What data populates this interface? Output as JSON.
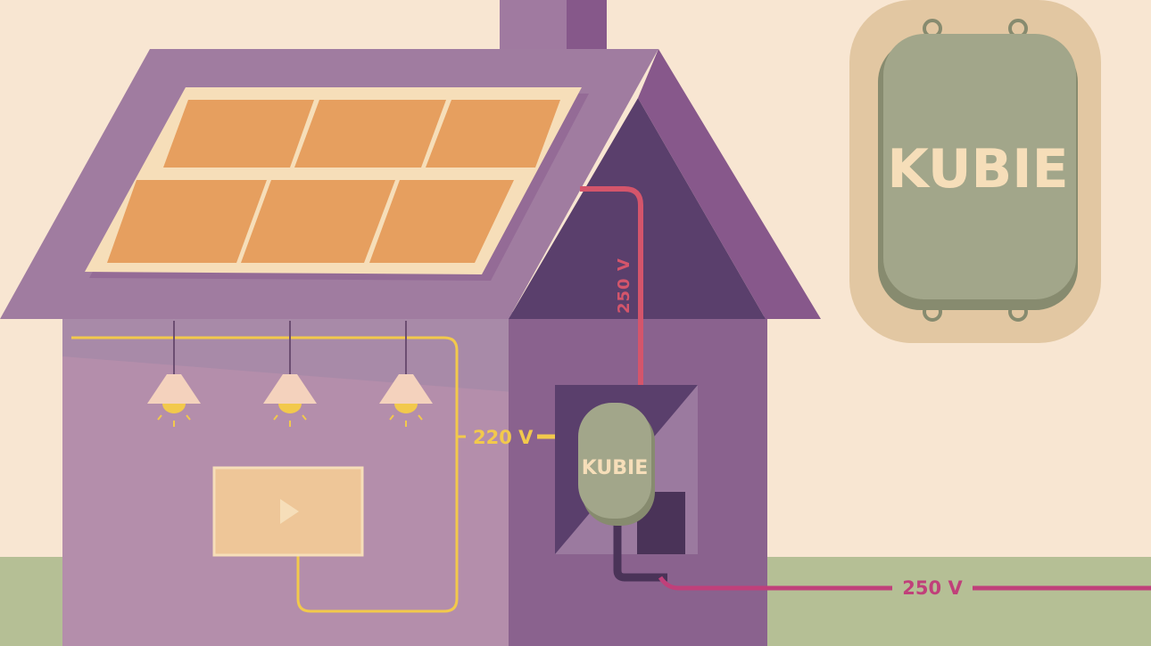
{
  "labels": {
    "voltage_roof": "250 V",
    "voltage_house": "220 V",
    "voltage_grid": "250 V",
    "brand_small": "KUBIE",
    "brand_large": "KUBIE"
  },
  "colors": {
    "background": "#f8e6d2",
    "ground": "#b5bf95",
    "house_wall": "#a78aa8",
    "roof": "#9b7b9e",
    "solar_cell": "#e69f5f",
    "device": "#a2a68a",
    "wire_red": "#d4556b",
    "wire_yellow": "#f2c94c",
    "wire_magenta": "#c0407a"
  },
  "icons": {
    "play": "play-icon",
    "bulb": "light-bulb-icon"
  }
}
